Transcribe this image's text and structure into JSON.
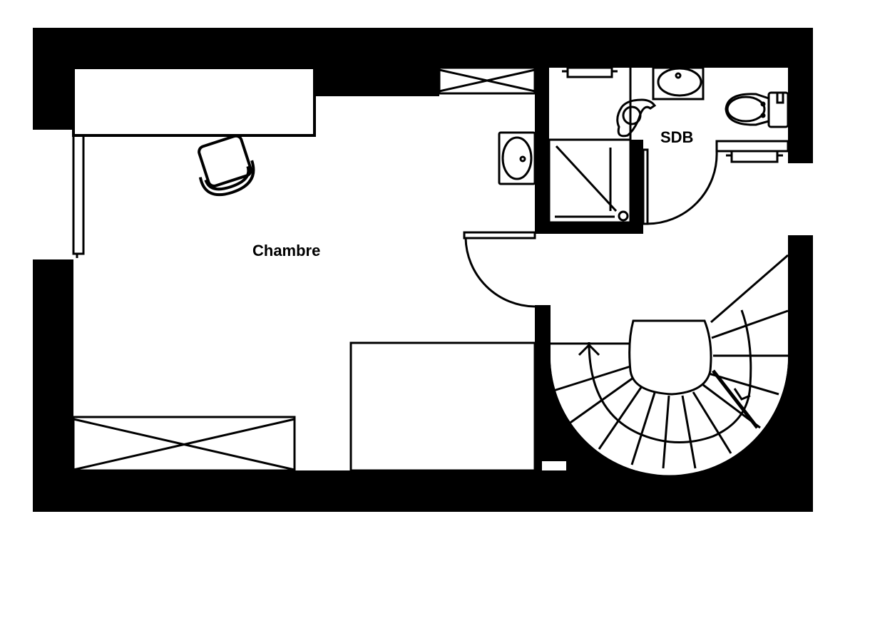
{
  "plan": {
    "type": "floor-plan",
    "colors": {
      "wall": "#000000",
      "floor": "#ffffff",
      "line": "#000000"
    },
    "rooms": [
      {
        "id": "chambre",
        "label": "Chambre"
      },
      {
        "id": "sdb",
        "label": "SDB"
      }
    ],
    "fixtures": [
      "window-left",
      "radiator",
      "desk",
      "office-chair",
      "wardrobe-top",
      "wardrobe-bottom",
      "bed",
      "vanity-sink-bedroom",
      "door-bedroom",
      "shower",
      "sink-bathroom",
      "bidet-washbasin",
      "toilet",
      "towel-rail-top",
      "towel-rail-right",
      "door-bathroom",
      "spiral-staircase"
    ]
  }
}
